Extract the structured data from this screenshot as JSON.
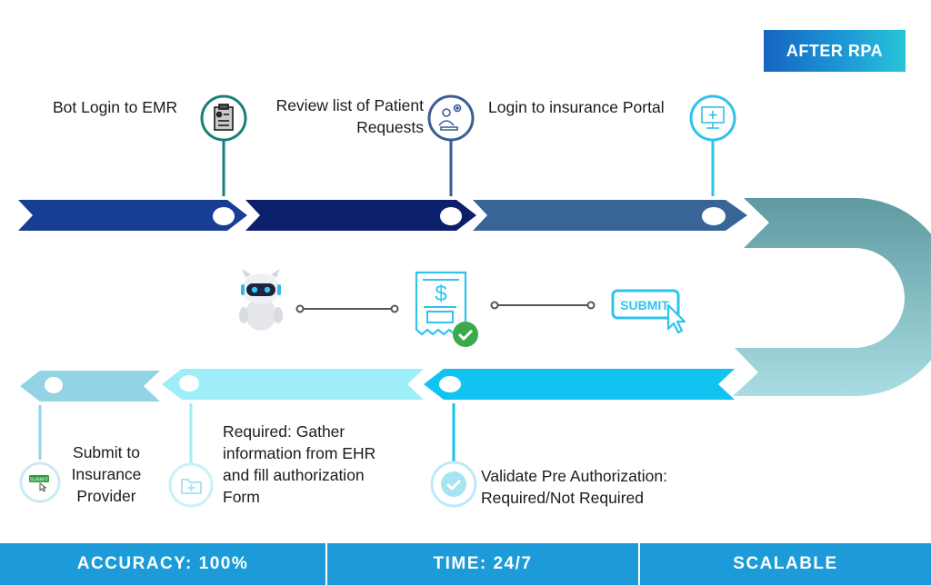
{
  "badge": {
    "label": "AFTER RPA"
  },
  "top_steps": [
    {
      "label": "Bot Login to EMR",
      "icon": "patient-chart-icon",
      "color": "#1c7e78"
    },
    {
      "label_line1": "Review list of Patient",
      "label_line2": "Requests",
      "icon": "patient-requests-icon",
      "color": "#3a5d96"
    },
    {
      "label": "Login to insurance Portal",
      "icon": "insurance-portal-icon",
      "color": "#2ec3ea"
    }
  ],
  "bottom_steps": [
    {
      "label_line1": "Submit to",
      "label_line2": "Insurance",
      "label_line3": "Provider",
      "icon": "submit-button-icon"
    },
    {
      "label_line1": "Required: Gather",
      "label_line2": "information from EHR",
      "label_line3": "and fill authorization",
      "label_line4": "Form",
      "icon": "folder-plus-icon"
    },
    {
      "label_line1": "Validate Pre Authorization:",
      "label_line2": "Required/Not Required",
      "icon": "check-circle-icon"
    }
  ],
  "center": {
    "robot_icon": "robot-icon",
    "receipt_icon": "receipt-check-icon",
    "submit_icon": "submit-cursor-icon",
    "submit_text": "SUBMIT"
  },
  "footer": {
    "accuracy": "ACCURACY: 100%",
    "time": "TIME: 24/7",
    "scalable": "SCALABLE"
  },
  "colors": {
    "arrow1": "#173e92",
    "arrow2": "#0b1f6b",
    "arrow3": "#386596",
    "curve": "#5d9ea3",
    "arrow4": "#11c3f1",
    "arrow5": "#9eeef9",
    "arrow6": "#92d3e6",
    "footer": "#1d9bd9"
  }
}
